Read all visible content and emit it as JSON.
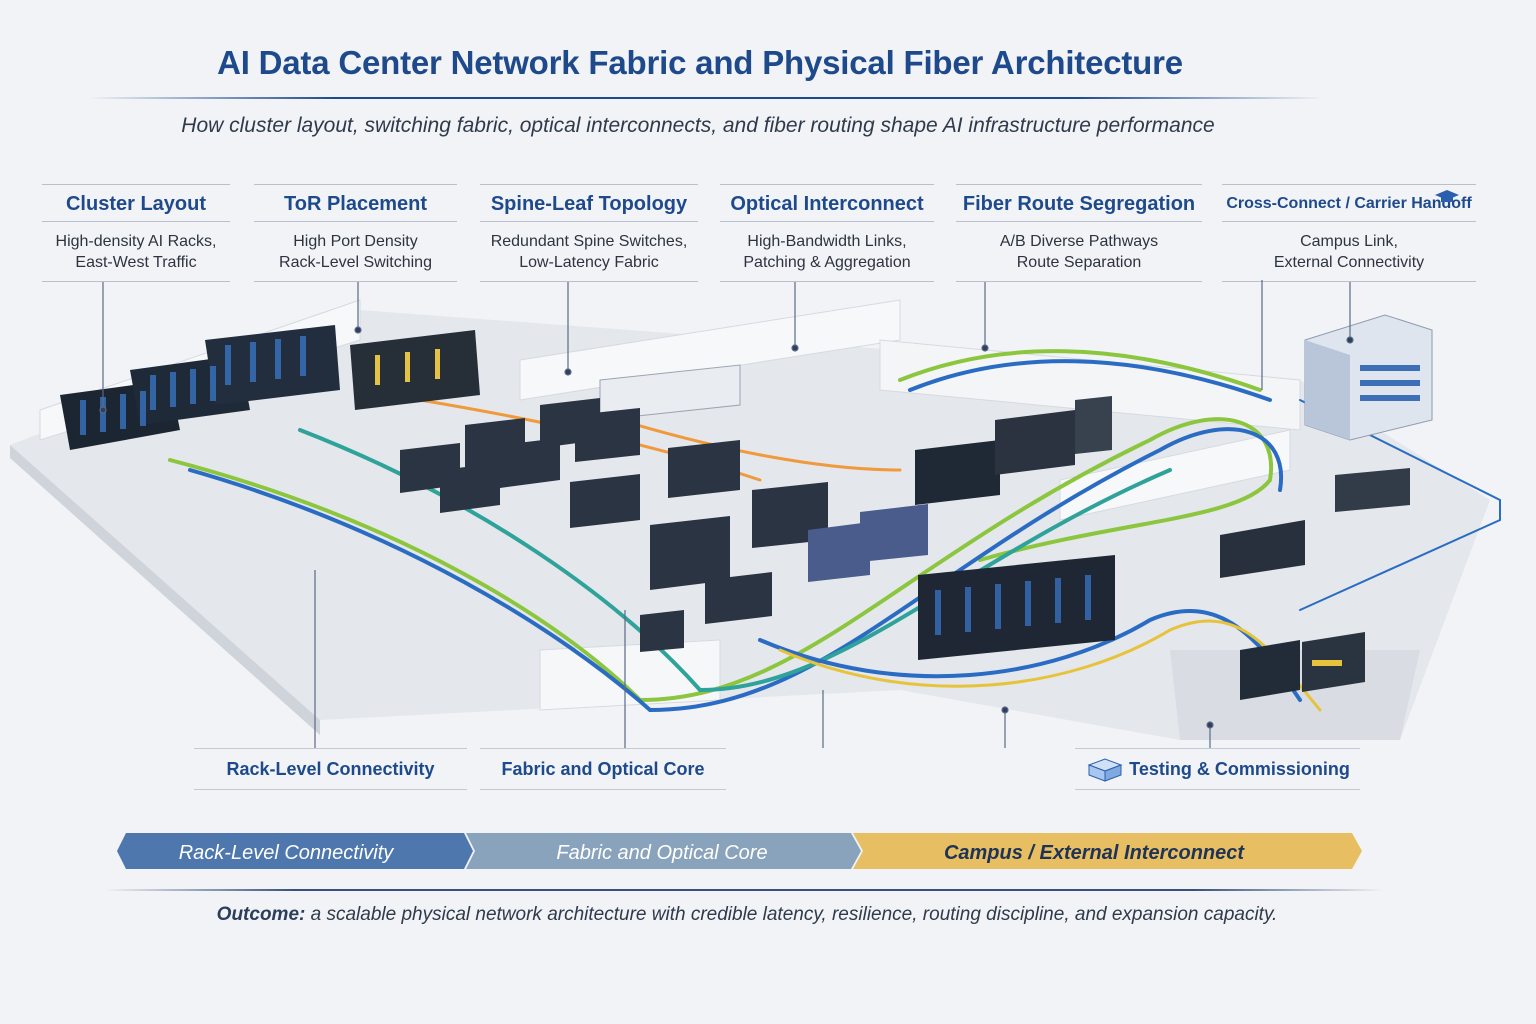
{
  "title": "AI Data Center Network Fabric and Physical Fiber Architecture",
  "subtitle": "How cluster layout, switching fabric, optical interconnects, and fiber routing shape AI infrastructure performance",
  "callouts": [
    {
      "title": "Cluster Layout",
      "line1": "High-density AI Racks,",
      "line2": "East-West Traffic"
    },
    {
      "title": "ToR Placement",
      "line1": "High Port Density",
      "line2": "Rack-Level Switching"
    },
    {
      "title": "Spine-Leaf Topology",
      "line1": "Redundant Spine Switches,",
      "line2": "Low-Latency Fabric"
    },
    {
      "title": "Optical Interconnect",
      "line1": "High-Bandwidth Links,",
      "line2": "Patching & Aggregation"
    },
    {
      "title": "Fiber Route Segregation",
      "line1": "A/B Diverse Pathways",
      "line2": "Route Separation"
    },
    {
      "title": "Cross-Connect / Carrier Handoff",
      "line1": "Campus Link,",
      "line2": "External Connectivity"
    }
  ],
  "bottom_labels": {
    "rack": "Rack-Level Connectivity",
    "fabric": "Fabric and Optical Core",
    "testing": "Testing & Commissioning"
  },
  "bands": [
    {
      "label": "Rack-Level Connectivity",
      "color": "#4d77ad"
    },
    {
      "label": "Fabric and Optical Core",
      "color": "#8aa3bc"
    },
    {
      "label": "Campus / External Interconnect",
      "color": "#e7bf62"
    }
  ],
  "outcome": {
    "lead": "Outcome:",
    "text": " a scalable physical network architecture with credible latency, resilience, routing discipline, and expansion capacity."
  },
  "colors": {
    "heading": "#1e4a8c",
    "fiber_blue": "#2a6cc4",
    "fiber_green": "#8cc63f",
    "fiber_teal": "#2fa39a",
    "fiber_orange": "#ef9a3c",
    "fiber_yellow": "#e6c33a"
  }
}
